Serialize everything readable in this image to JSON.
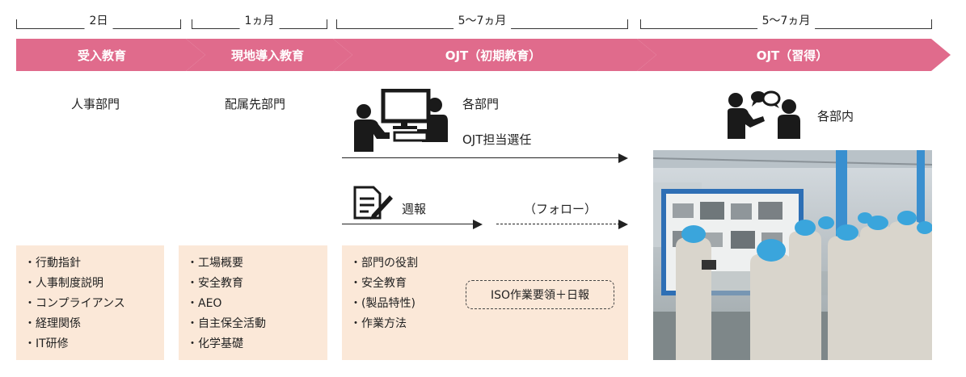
{
  "colors": {
    "chevron": "#e06b8c",
    "box_bg": "#fbe8d8",
    "icon": "#1a1a1a"
  },
  "phases": [
    {
      "duration": "2日",
      "label": "受入教育"
    },
    {
      "duration": "1ヵ月",
      "label": "現地導入教育"
    },
    {
      "duration": "5〜7ヵ月",
      "label": "OJT（初期教育）"
    },
    {
      "duration": "5〜7ヵ月",
      "label": "OJT（習得）"
    }
  ],
  "departments": {
    "hr": "人事部門",
    "assigned": "配属先部門",
    "each": "各部門",
    "ojt_assign": "OJT担当選任",
    "weekly": "週報",
    "follow": "（フォロー）",
    "within": "各部内"
  },
  "boxes": {
    "hr_items": [
      "・行動指針",
      "・人事制度説明",
      "・コンプライアンス",
      "・経理関係",
      "・IT研修"
    ],
    "site_items": [
      "・工場概要",
      "・安全教育",
      "・AEO",
      "・自主保全活動",
      "・化学基礎"
    ],
    "ojt_items": [
      "・部門の役割",
      "・安全教育",
      "・(製品特性)",
      "・作業方法"
    ],
    "ojt_note": "ISO作業要領＋日報"
  },
  "icons": {
    "computer_training": "person-at-computer-icon",
    "report": "report-document-icon",
    "discussion": "people-discussion-icon"
  }
}
